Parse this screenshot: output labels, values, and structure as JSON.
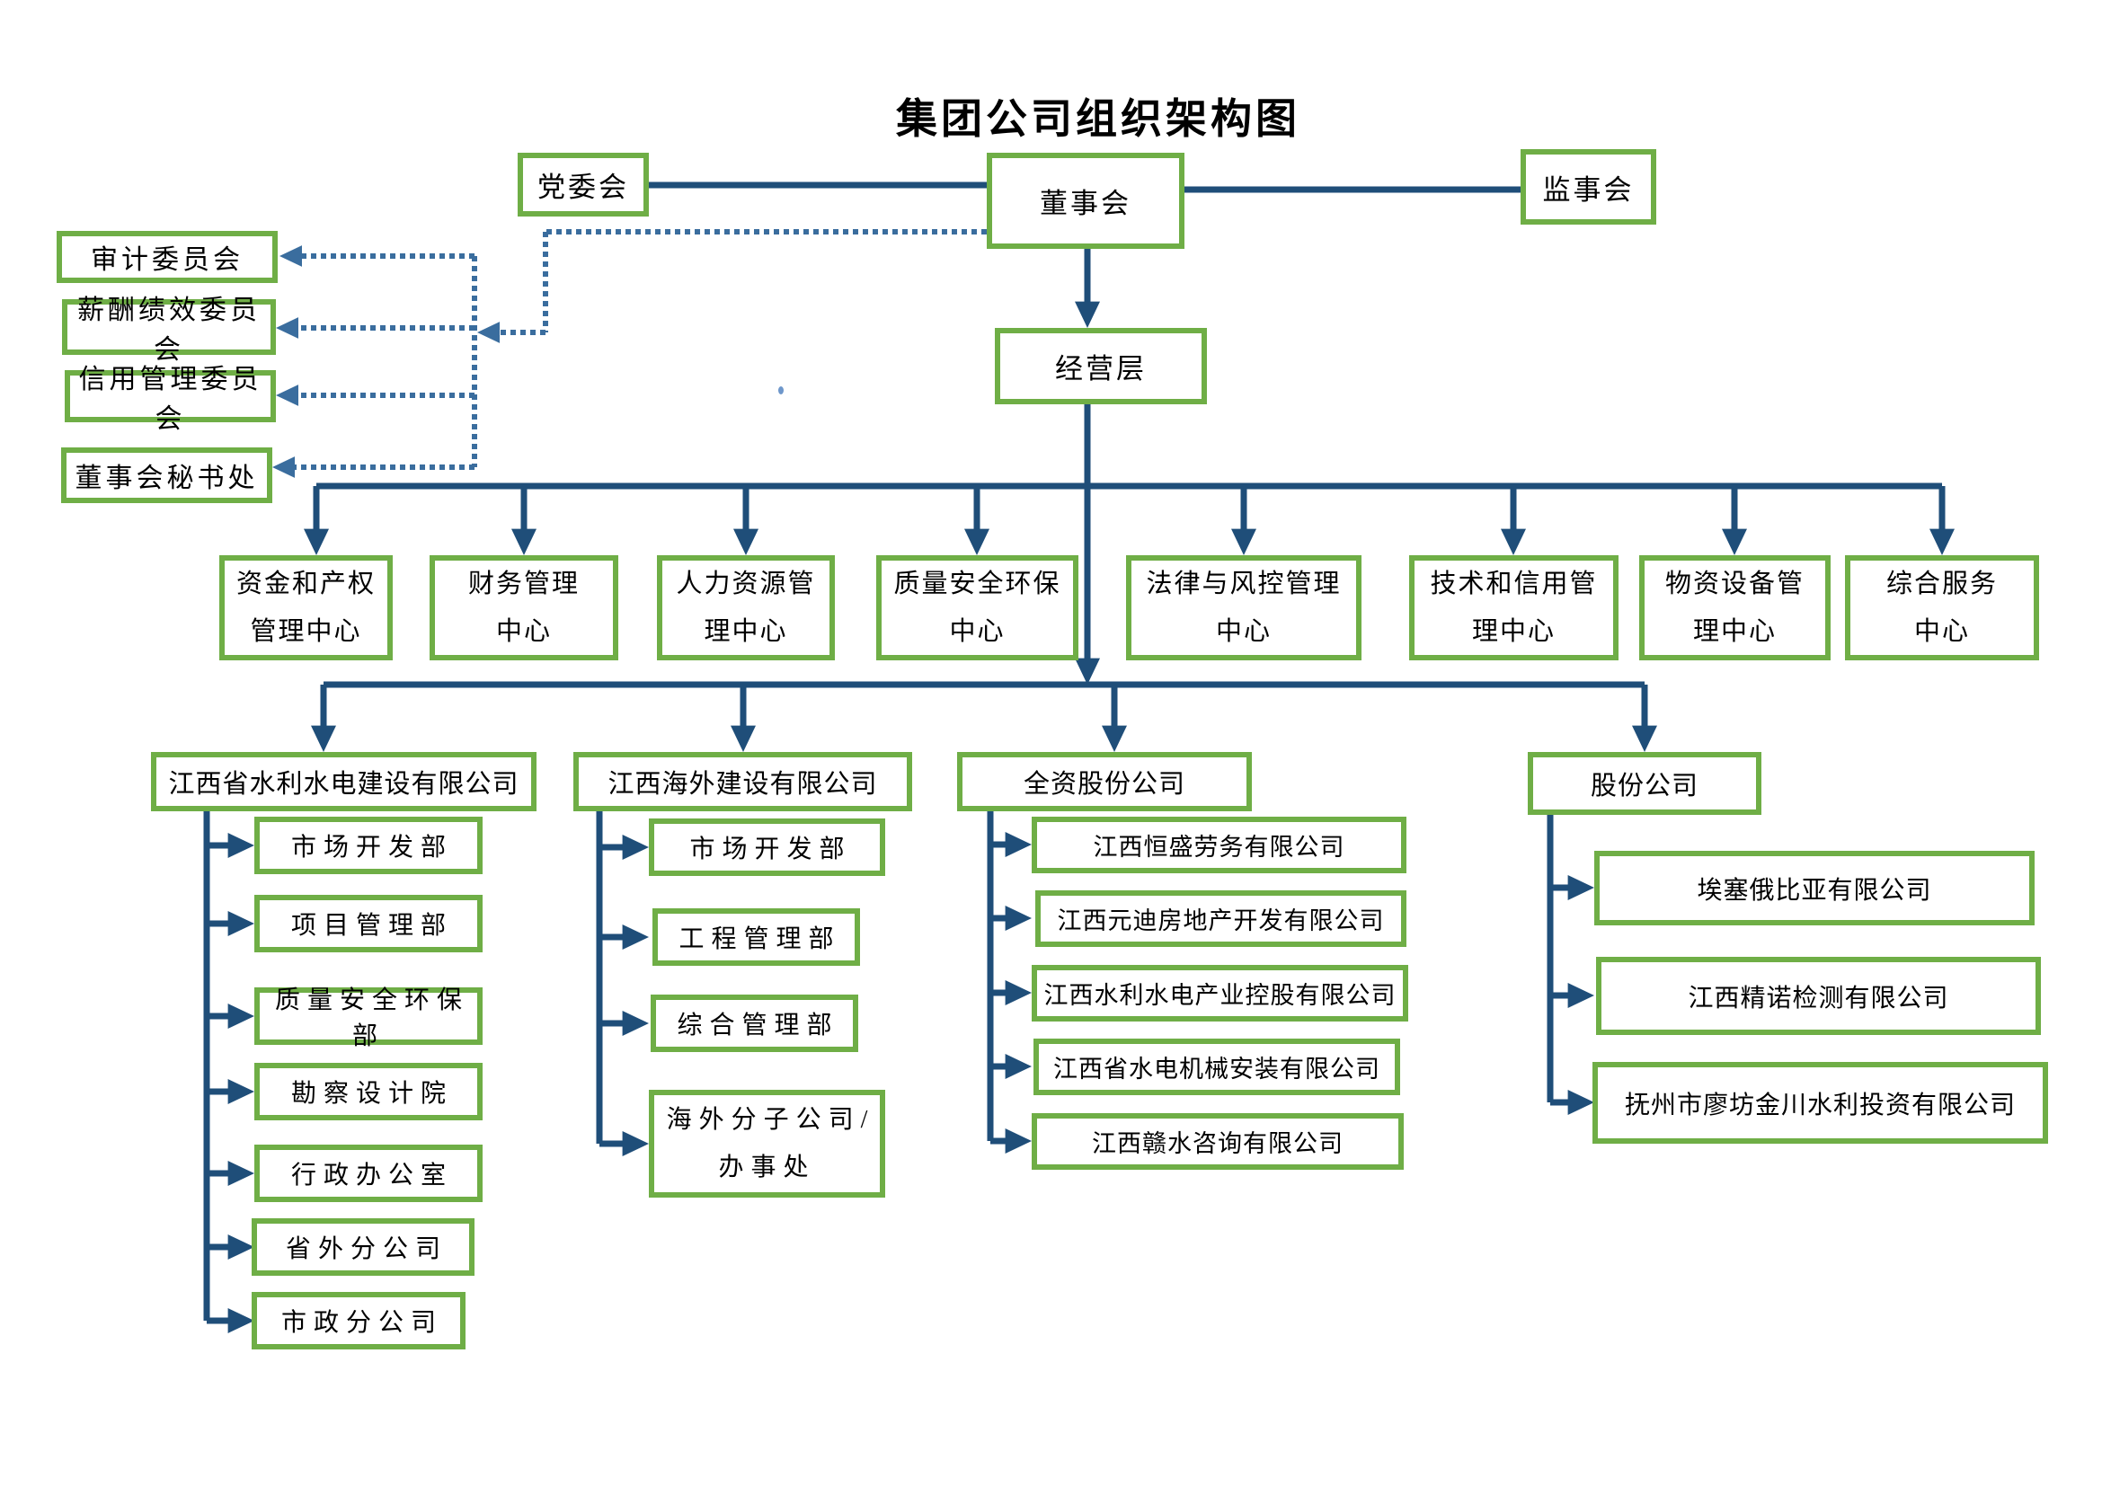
{
  "title": "集团公司组织架构图",
  "colors": {
    "box_border_green": "#6fae46",
    "solid_line_navy": "#1f4e79",
    "dotted_line_blue": "#3a6d9e",
    "text": "#000000",
    "background": "#ffffff"
  },
  "top": {
    "party_committee": "党委会",
    "board": "董事会",
    "supervisory": "监事会",
    "management": "经营层"
  },
  "committees": [
    "审计委员会",
    "薪酬绩效委员会",
    "信用管理委员会",
    "董事会秘书处"
  ],
  "centers": [
    "资金和产权\n管理中心",
    "财务管理\n中心",
    "人力资源管\n理中心",
    "质量安全环保\n中心",
    "法律与风控管理\n中心",
    "技术和信用管\n理中心",
    "物资设备管\n理中心",
    "综合服务\n中心"
  ],
  "groups": [
    {
      "label": "江西省水利水电建设有限公司",
      "children": [
        "市场开发部",
        "项目管理部",
        "质量安全环保部",
        "勘察设计院",
        "行政办公室",
        "省外分公司",
        "市政分公司"
      ]
    },
    {
      "label": "江西海外建设有限公司",
      "children": [
        "市场开发部",
        "工程管理部",
        "综合管理部",
        "海外分子公司/\n办事处"
      ]
    },
    {
      "label": "全资股份公司",
      "children": [
        "江西恒盛劳务有限公司",
        "江西元迪房地产开发有限公司",
        "江西水利水电产业控股有限公司",
        "江西省水电机械安装有限公司",
        "江西赣水咨询有限公司"
      ]
    },
    {
      "label": "股份公司",
      "children": [
        "埃塞俄比亚有限公司",
        "江西精诺检测有限公司",
        "抚州市廖坊金川水利投资有限公司"
      ]
    }
  ]
}
